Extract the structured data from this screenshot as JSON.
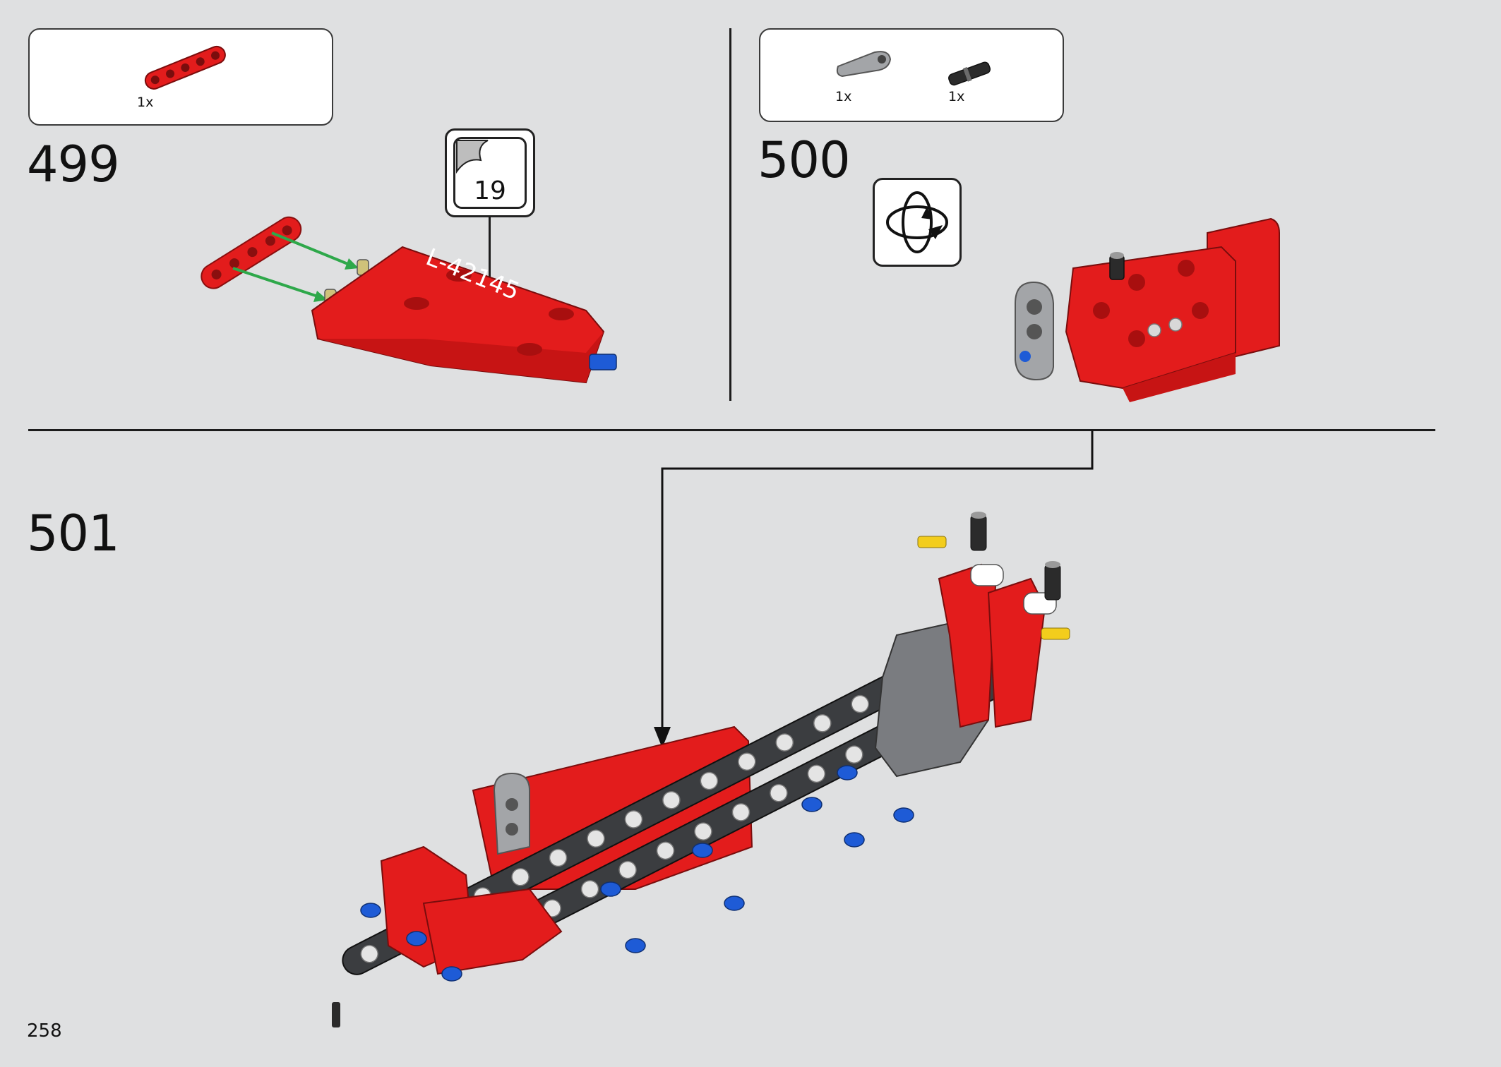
{
  "page": {
    "number": "258"
  },
  "steps": [
    {
      "number": "499",
      "parts": [
        {
          "qty": "1x",
          "name": "red-beam-icon"
        }
      ],
      "subassembly_ref": {
        "number": "19",
        "icon": "page-curl-icon"
      },
      "model": "red-bodywork-with-beam-icon"
    },
    {
      "number": "500",
      "parts": [
        {
          "qty": "1x",
          "name": "gray-connector-icon"
        },
        {
          "qty": "1x",
          "name": "black-axle-pin-icon"
        }
      ],
      "rotate_icon": "rotate-model-icon",
      "model": "red-bodywork-rotated-icon"
    },
    {
      "number": "501",
      "model": "chassis-frame-assembly-icon",
      "insert_arrow": "insert-arrow-icon"
    }
  ],
  "colors": {
    "background": "#dfe0e1",
    "lego_red": "#e31c1c",
    "lego_blue": "#1e5bd6",
    "dark_gray": "#3b3d40",
    "light_gray": "#a3a5a8",
    "guide_green": "#2ea84a"
  }
}
